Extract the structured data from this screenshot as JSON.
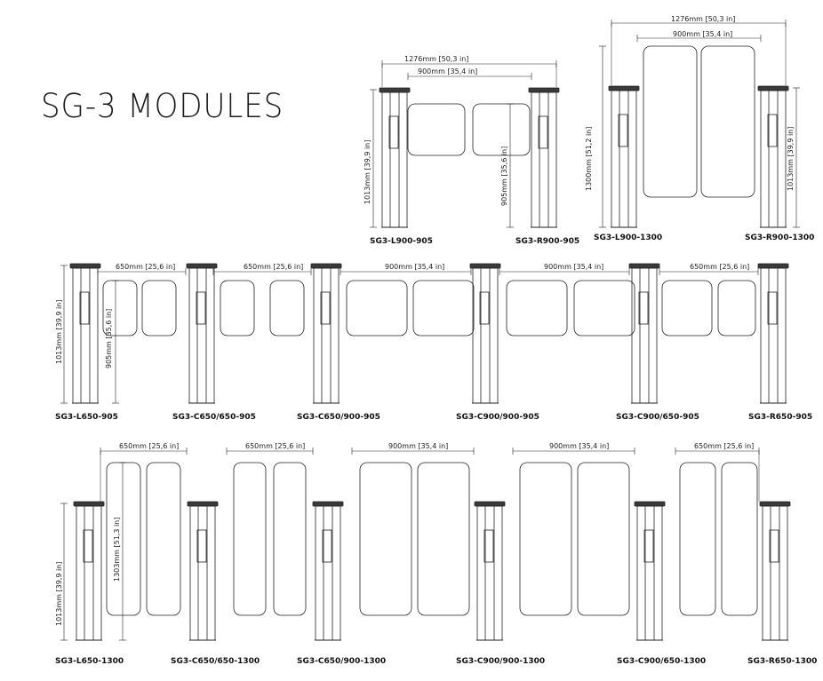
{
  "title": "SG-3 MODULES",
  "colors": {
    "line": "#222222",
    "dim": "#333333",
    "background": "#ffffff"
  },
  "top_group": {
    "set1": {
      "dims": {
        "width": "1276mm [50,3 in]",
        "passage": "900mm [35,4 in]",
        "height_total": "1013mm [39,9 in]",
        "height_gate": "905mm [35,6 in]"
      },
      "modules": [
        "SG3-L900-905",
        "SG3-R900-905"
      ]
    },
    "set2": {
      "dims": {
        "width": "1276mm [50,3 in]",
        "passage": "900mm [35,4 in]",
        "height_gate": "1300mm [51,2 in]",
        "height_total": "1013mm [39,9 in]"
      },
      "modules": [
        "SG3-L900-1300",
        "SG3-R900-1300"
      ]
    }
  },
  "row905": {
    "passages": [
      "650mm [25,6 in]",
      "650mm [25,6 in]",
      "900mm [35,4 in]",
      "900mm [35,4 in]",
      "650mm [25,6 in]"
    ],
    "height_total": "1013mm [39,9 in]",
    "height_gate": "905mm [35,6 in]",
    "modules": [
      "SG3-L650-905",
      "SG3-C650/650-905",
      "SG3-C650/900-905",
      "SG3-C900/900-905",
      "SG3-C900/650-905",
      "SG3-R650-905"
    ]
  },
  "row1300": {
    "passages": [
      "650mm [25,6 in]",
      "650mm [25,6 in]",
      "900mm [35,4 in]",
      "900mm [35,4 in]",
      "650mm [25,6 in]"
    ],
    "height_total": "1013mm [39,9 in]",
    "height_gate": "1303mm [51,3 in]",
    "modules": [
      "SG3-L650-1300",
      "SG3-C650/650-1300",
      "SG3-C650/900-1300",
      "SG3-C900/900-1300",
      "SG3-C900/650-1300",
      "SG3-R650-1300"
    ]
  }
}
